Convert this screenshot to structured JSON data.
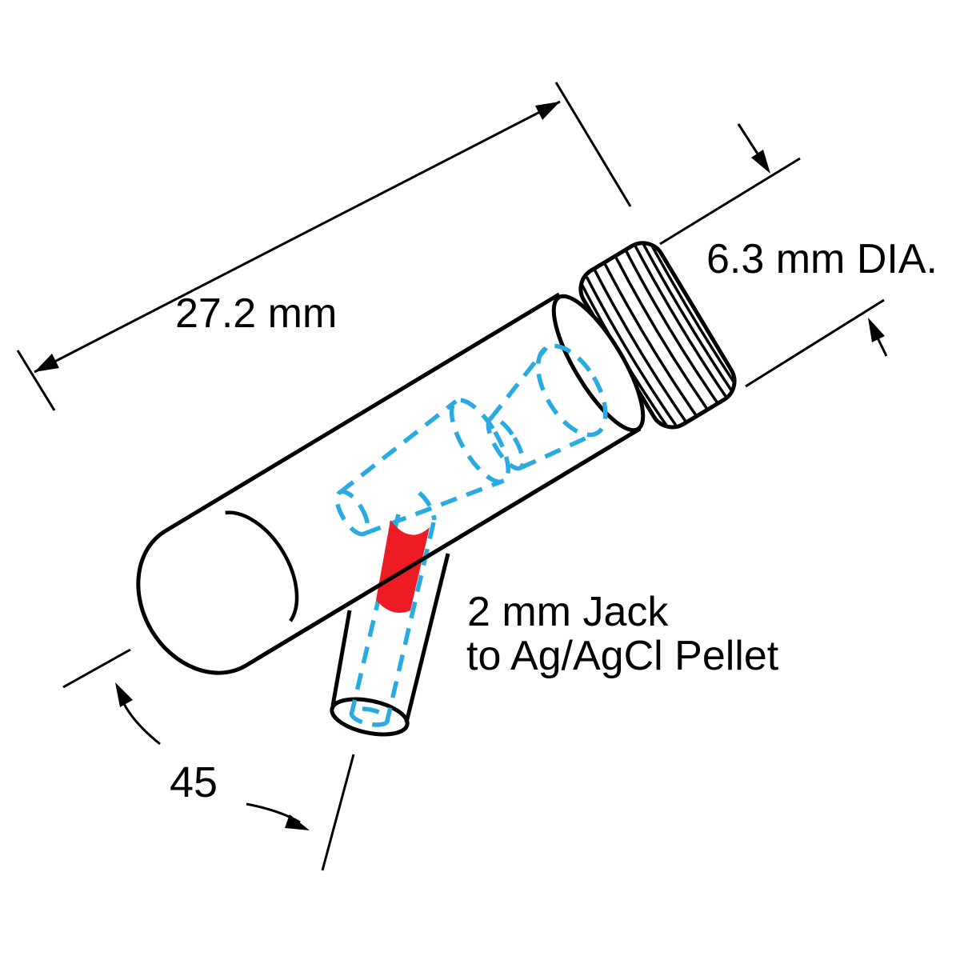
{
  "diagram": {
    "type": "technical-dimension-drawing",
    "subject": "microelectrode holder with 45-degree side port",
    "labels": {
      "dimension_length": "27.2 mm",
      "dimension_diameter": "6.3 mm DIA.",
      "angle": "45",
      "jack_line1": "2 mm Jack",
      "jack_line2": "to Ag/AgCl Pellet"
    },
    "colors": {
      "outline": "#000000",
      "hidden_detail_blue": "#29ABE2",
      "jack_highlight_red": "#ED1C24",
      "background": "#FFFFFF"
    }
  }
}
